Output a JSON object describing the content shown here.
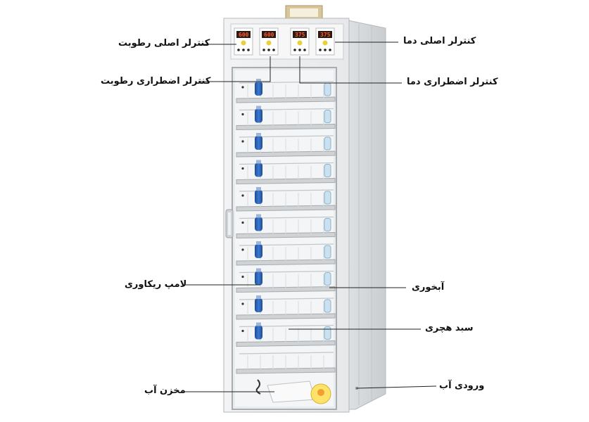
{
  "labels": {
    "main_humidity": "کنترلر اصلی رطوبت",
    "emergency_humidity": "کنترلر اضطراری رطوبت",
    "main_temp": "کنترلر اصلی دما",
    "emergency_temp": "کنترلر اضطراری دما",
    "recovery_lamp": "لامپ ریکاوری",
    "water_tray": "آبخوری",
    "hatcher_basket": "سبد هچری",
    "water_tank": "مخزن آب",
    "water_inlet": "ورودی آب"
  },
  "controllers": {
    "c1": "600",
    "c2": "600",
    "c3": "375",
    "c4": "375"
  },
  "colors": {
    "cabinet": "#eceef0",
    "cabinet_shade": "#d7dadd",
    "tray": "#cfd3d6",
    "bottle": "#2f63b8",
    "display": "#ff5a2a"
  }
}
